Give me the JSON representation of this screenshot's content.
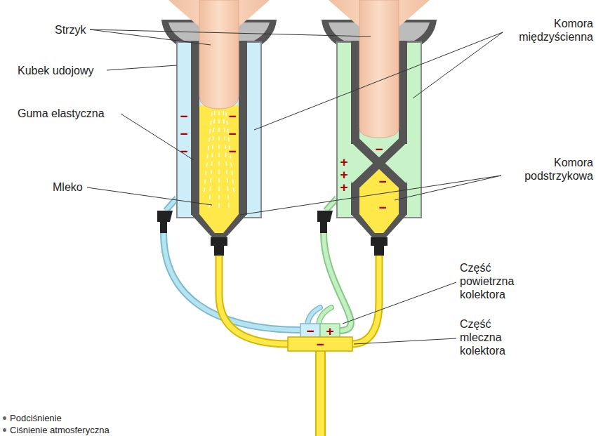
{
  "diagram": {
    "labels": [
      "Strzyk",
      "Kubek udojowy",
      "Guma elastyczna",
      "Mleko",
      "Komora międzyścienna",
      "Komora podstrzykowa",
      "Część powietrzna kolektora",
      "Część mleczna kolektora",
      "−",
      "−",
      "−",
      "−",
      "−",
      "−",
      "−",
      "+",
      "+",
      "+",
      "−",
      "−",
      "−",
      "+",
      "−"
    ],
    "legend": [
      {
        "text": "Podciśnienie"
      },
      {
        "text": "Ciśnienie atmosferyczna"
      }
    ]
  }
}
